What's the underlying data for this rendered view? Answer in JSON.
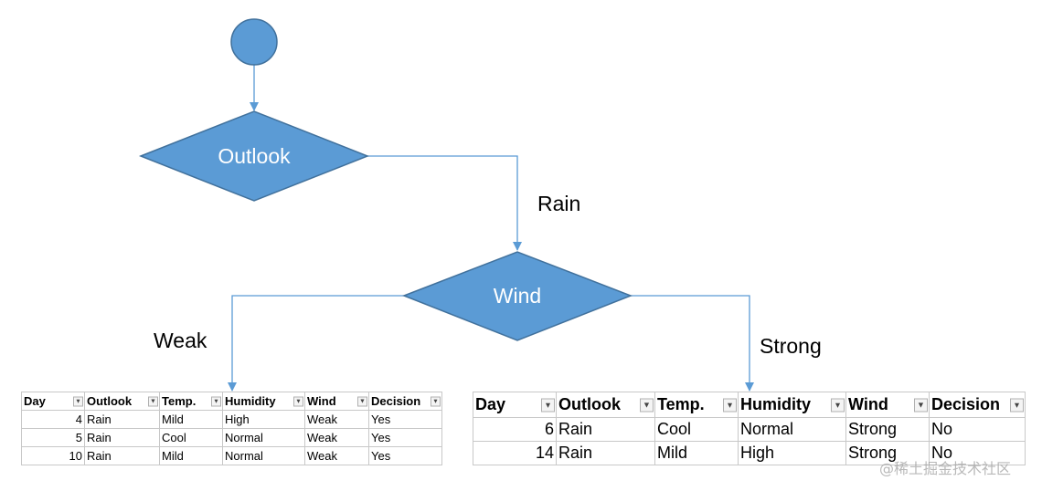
{
  "nodes": {
    "start": {},
    "outlook": {
      "label": "Outlook"
    },
    "wind": {
      "label": "Wind"
    }
  },
  "edges": {
    "rain": "Rain",
    "weak": "Weak",
    "strong": "Strong"
  },
  "colors": {
    "node_fill": "#5b9bd5",
    "node_stroke": "#41719c",
    "edge": "#5b9bd5"
  },
  "table_weak": {
    "headers": [
      "Day",
      "Outlook",
      "Temp.",
      "Humidity",
      "Wind",
      "Decision"
    ],
    "filtered_columns": [
      "Outlook",
      "Wind"
    ],
    "rows": [
      [
        "4",
        "Rain",
        "Mild",
        "High",
        "Weak",
        "Yes"
      ],
      [
        "5",
        "Rain",
        "Cool",
        "Normal",
        "Weak",
        "Yes"
      ],
      [
        "10",
        "Rain",
        "Mild",
        "Normal",
        "Weak",
        "Yes"
      ]
    ]
  },
  "table_strong": {
    "headers": [
      "Day",
      "Outlook",
      "Temp.",
      "Humidity",
      "Wind",
      "Decision"
    ],
    "filtered_columns": [
      "Outlook",
      "Wind"
    ],
    "rows": [
      [
        "6",
        "Rain",
        "Cool",
        "Normal",
        "Strong",
        "No"
      ],
      [
        "14",
        "Rain",
        "Mild",
        "High",
        "Strong",
        "No"
      ]
    ]
  },
  "watermark": "@稀土掘金技术社区"
}
